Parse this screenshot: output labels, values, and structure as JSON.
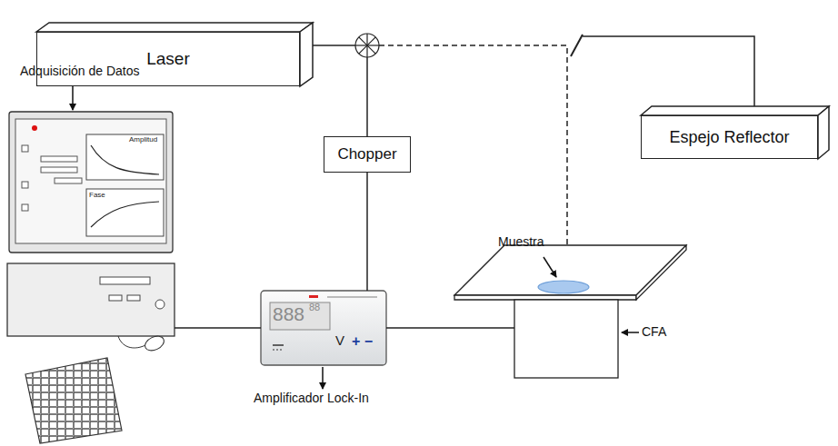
{
  "diagram": {
    "nodes": [
      {
        "text": [
          "Laser"
        ]
      },
      {
        "text": [
          "Chopper"
        ]
      },
      {
        "text": [
          "Espejo Reflector"
        ]
      },
      {
        "text": [
          "Adquisición de Datos"
        ]
      },
      {
        "text": [
          "Amplificador Lock-In"
        ]
      },
      {
        "text": [
          "CFA"
        ]
      },
      {
        "text": [
          "Muestra"
        ],
        "in": 5
      }
    ],
    "edges": [
      {
        "from": 1,
        "to": 4,
        "arrow": "none"
      },
      {
        "from": 4,
        "to": 3,
        "arrow": "none"
      },
      {
        "from": 4,
        "to": 5,
        "arrow": "none"
      }
    ],
    "labels": [
      "Amplitud",
      "Fase",
      "888",
      "88",
      "V",
      "+ −"
    ]
  }
}
